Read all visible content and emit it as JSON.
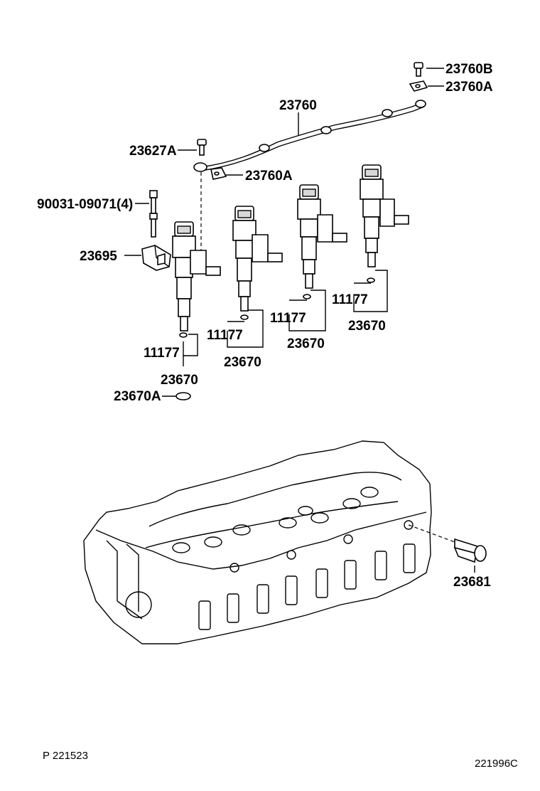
{
  "labels": {
    "bolt_top": "23760B",
    "clamp_top": "23760A",
    "leak_pipe": "23760",
    "leak_bolt": "23627A",
    "clamp_left": "23760A",
    "injector_bolt": "90031-09071(4)",
    "injector_clamp": "23695",
    "seal_1": "11177",
    "injector_1": "23670",
    "seal_2": "11177",
    "injector_2": "23670",
    "seal_3": "11177",
    "injector_3": "23670",
    "seal_4": "11177",
    "injector_4": "23670",
    "gasket": "23670A",
    "nozzle_seat": "23681"
  },
  "footer": {
    "left_code": "P 221523",
    "right_code": "221996C"
  }
}
